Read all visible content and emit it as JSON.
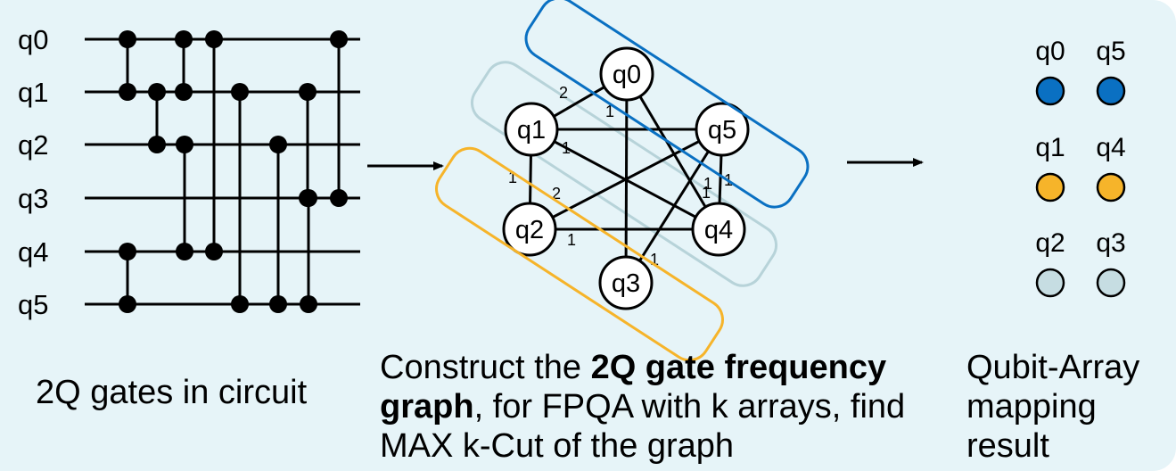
{
  "colors": {
    "background": "#e6f4f8",
    "array_blue": "#0a70c2",
    "array_orange": "#f6b42a",
    "array_light": "#c6dde2",
    "stroke": "#000000"
  },
  "circuit": {
    "qubits": [
      "q0",
      "q1",
      "q2",
      "q3",
      "q4",
      "q5"
    ],
    "gates": [
      [
        "q0",
        "q1"
      ],
      [
        "q1",
        "q2"
      ],
      [
        "q0",
        "q1"
      ],
      [
        "q2",
        "q4"
      ],
      [
        "q0",
        "q4"
      ],
      [
        "q1",
        "q5"
      ],
      [
        "q2",
        "q5"
      ],
      [
        "q1",
        "q3"
      ],
      [
        "q3",
        "q5"
      ],
      [
        "q0",
        "q3"
      ],
      [
        "q4",
        "q5"
      ]
    ],
    "caption": "2Q gates in circuit"
  },
  "graph": {
    "nodes": [
      "q0",
      "q1",
      "q5",
      "q2",
      "q4",
      "q3"
    ],
    "edge_weights": [
      "2",
      "1",
      "1",
      "1",
      "2",
      "1",
      "1",
      "1",
      "1",
      "1"
    ],
    "caption": {
      "part1": "Construct the ",
      "bold1": "2Q gate frequency graph",
      "part2": ", for FPQA with k arrays, find MAX k-Cut of the graph"
    }
  },
  "mapping": {
    "pairs": [
      {
        "a": "q0",
        "b": "q5",
        "color": "#0a70c2"
      },
      {
        "a": "q1",
        "b": "q4",
        "color": "#f6b42a"
      },
      {
        "a": "q2",
        "b": "q3",
        "color": "#c6dde2"
      }
    ],
    "caption": "Qubit-Array mapping result"
  }
}
